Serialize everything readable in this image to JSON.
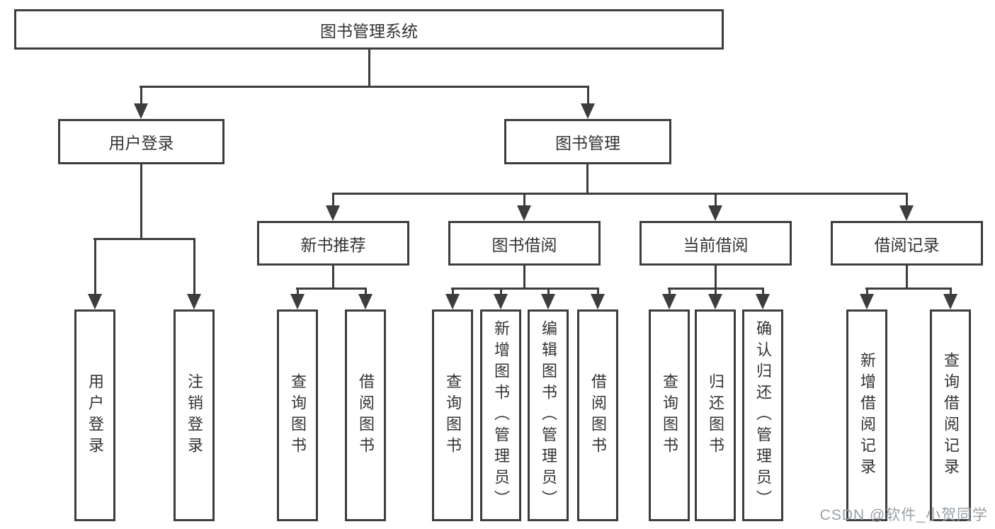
{
  "diagram": {
    "title": "图书管理系统",
    "root": {
      "label": "图书管理系统"
    },
    "branches": [
      {
        "label": "用户登录",
        "children": [
          {
            "label": "用户登录"
          },
          {
            "label": "注销登录"
          }
        ]
      },
      {
        "label": "图书管理",
        "children": [
          {
            "label": "新书推荐",
            "children": [
              {
                "label": "查询图书"
              },
              {
                "label": "借阅图书"
              }
            ]
          },
          {
            "label": "图书借阅",
            "children": [
              {
                "label": "查询图书"
              },
              {
                "label": "新增图书（管理员）"
              },
              {
                "label": "编辑图书（管理员）"
              },
              {
                "label": "借阅图书"
              }
            ]
          },
          {
            "label": "当前借阅",
            "children": [
              {
                "label": "查询图书"
              },
              {
                "label": "归还图书"
              },
              {
                "label": "确认归还（管理员）"
              }
            ]
          },
          {
            "label": "借阅记录",
            "children": [
              {
                "label": "新增借阅记录"
              },
              {
                "label": "查询借阅记录"
              }
            ]
          }
        ]
      }
    ]
  },
  "watermark": {
    "text": "CSDN @软件_小贺同学"
  },
  "colors": {
    "line": "#3d3d3d",
    "text": "#333333",
    "watermark": "#9aa0a6",
    "background": "#ffffff"
  }
}
